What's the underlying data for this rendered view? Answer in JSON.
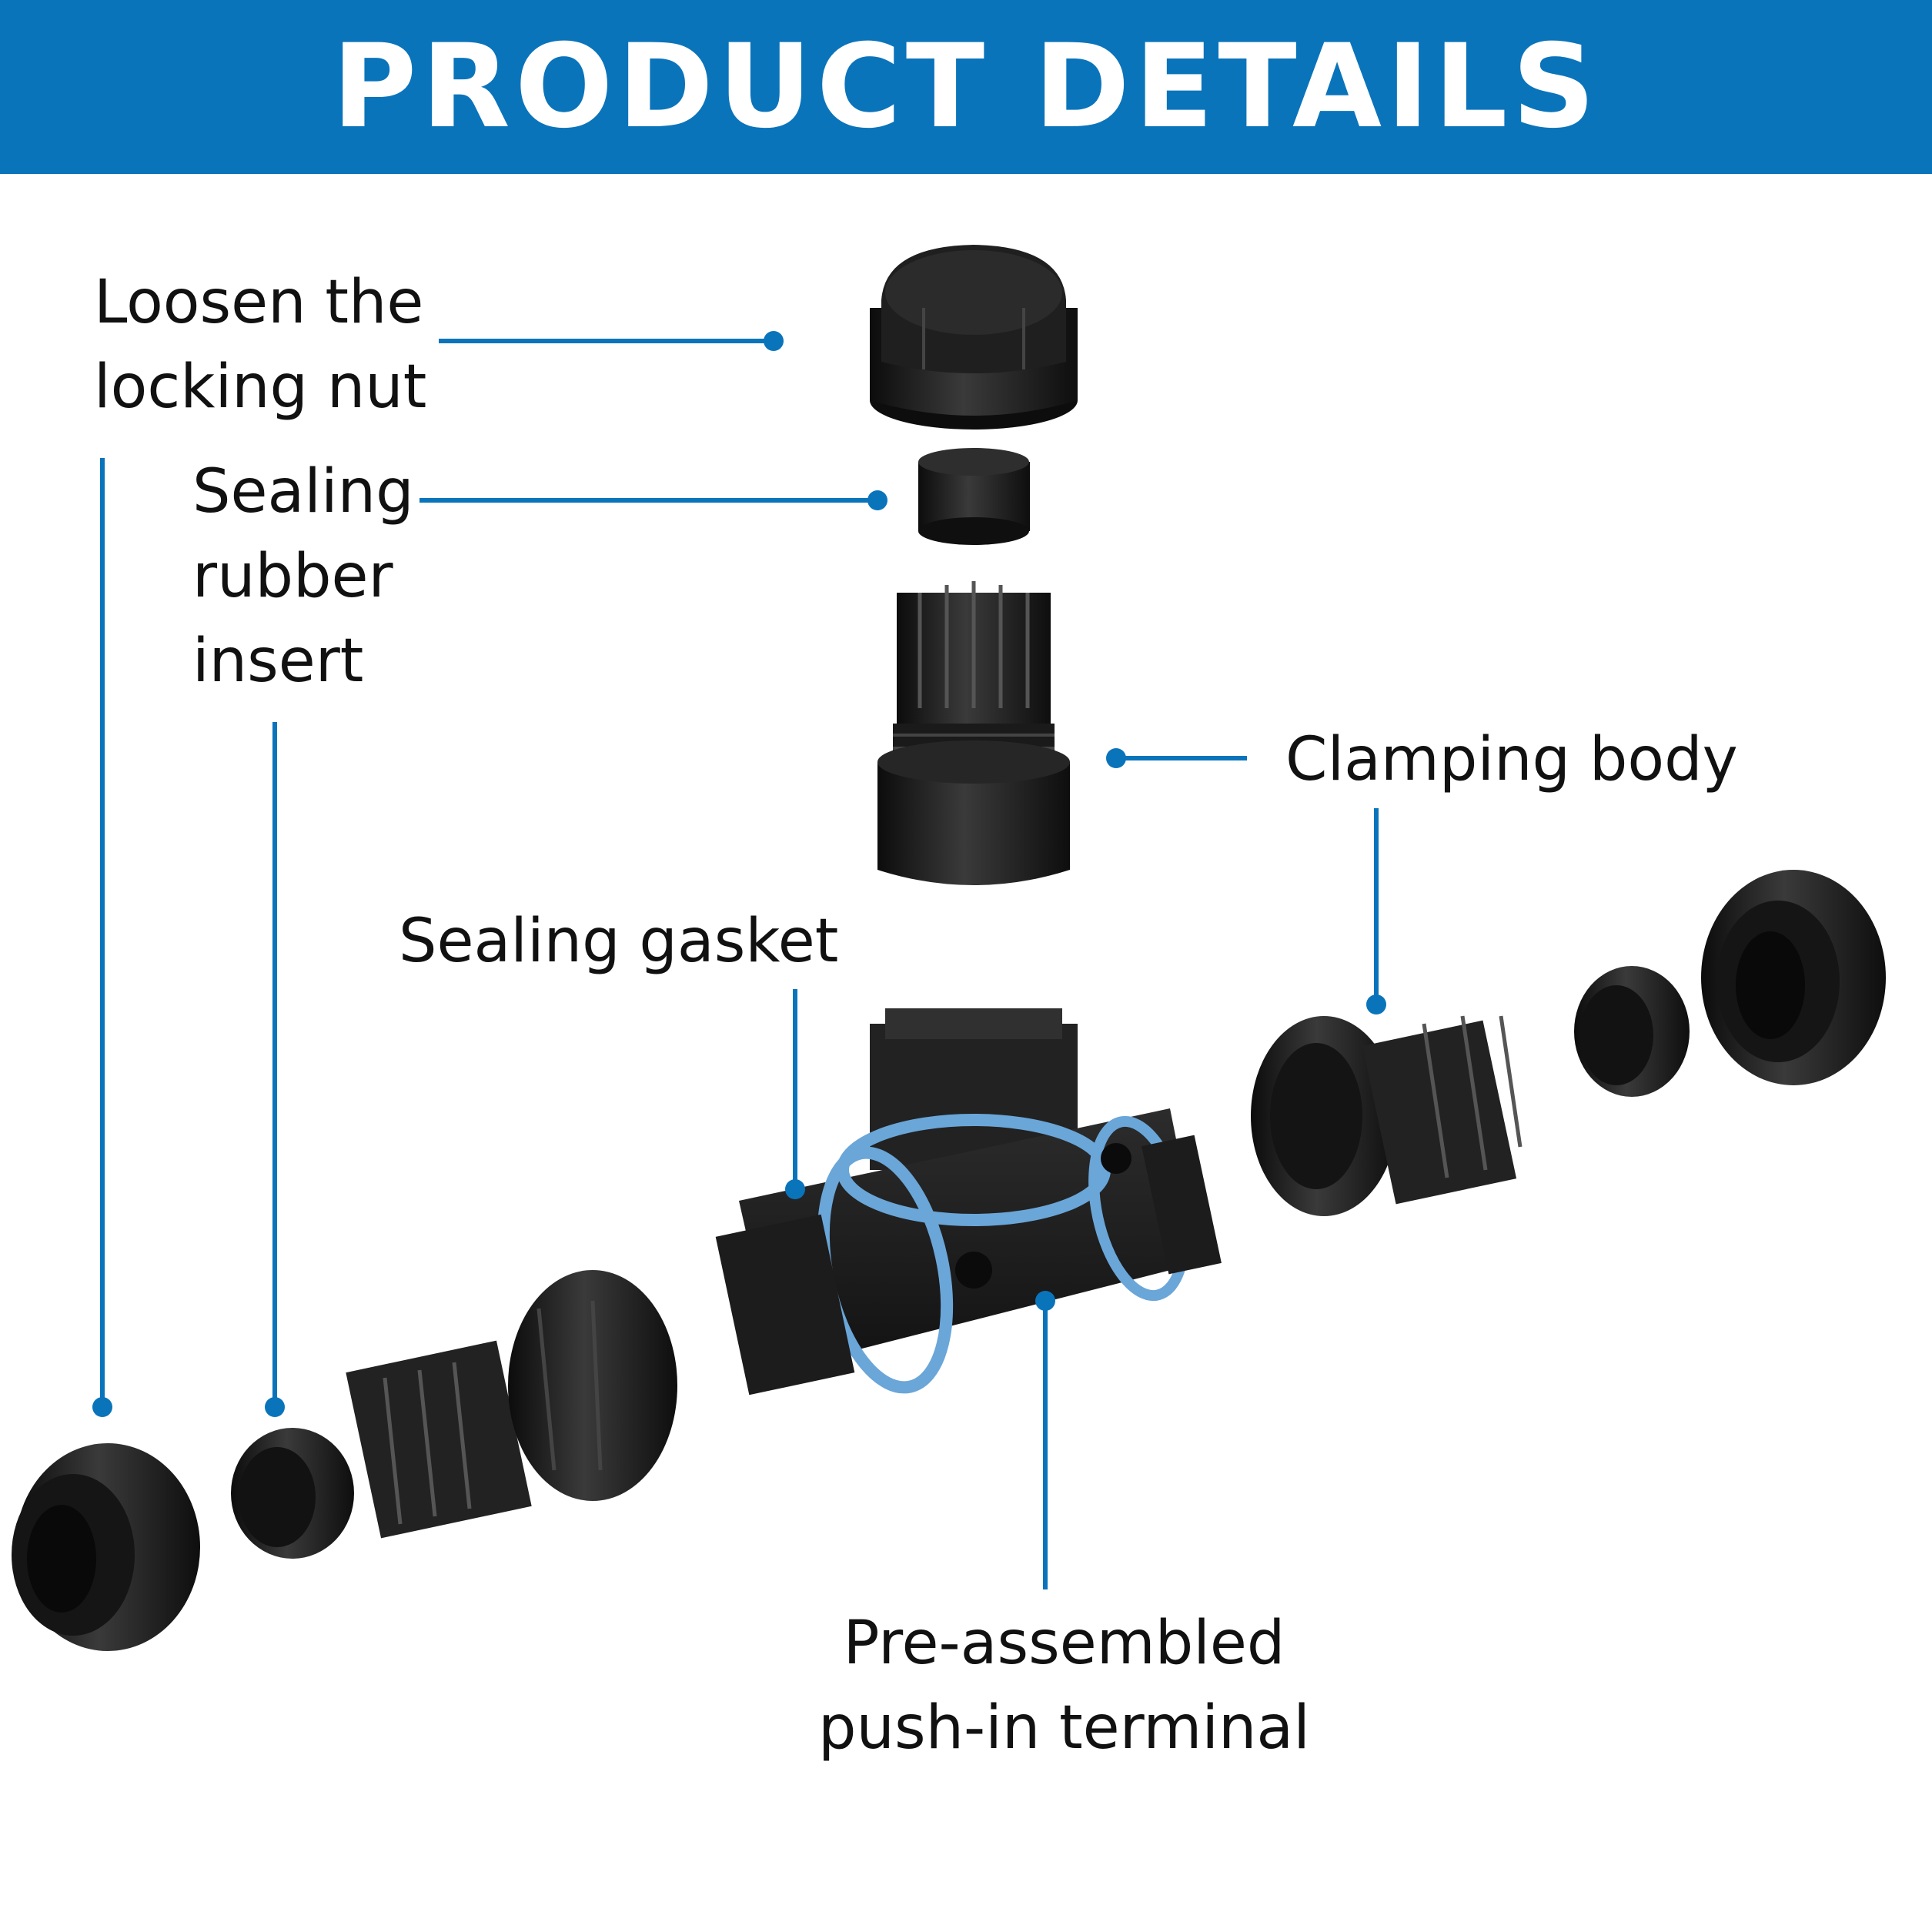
{
  "header": {
    "title": "PRODUCT DETAILS"
  },
  "labels": {
    "locking_nut": "Loosen the\nlocking nut",
    "rubber_insert": "Sealing\nrubber\ninsert",
    "clamping_body": "Clamping body",
    "sealing_gasket": "Sealing gasket",
    "terminal": "Pre-assembled\npush-in terminal"
  },
  "colors": {
    "banner": "#0a74bb",
    "callout": "#0a74bb",
    "part": "#1b1b1b",
    "gasket": "#6aa6d8"
  }
}
